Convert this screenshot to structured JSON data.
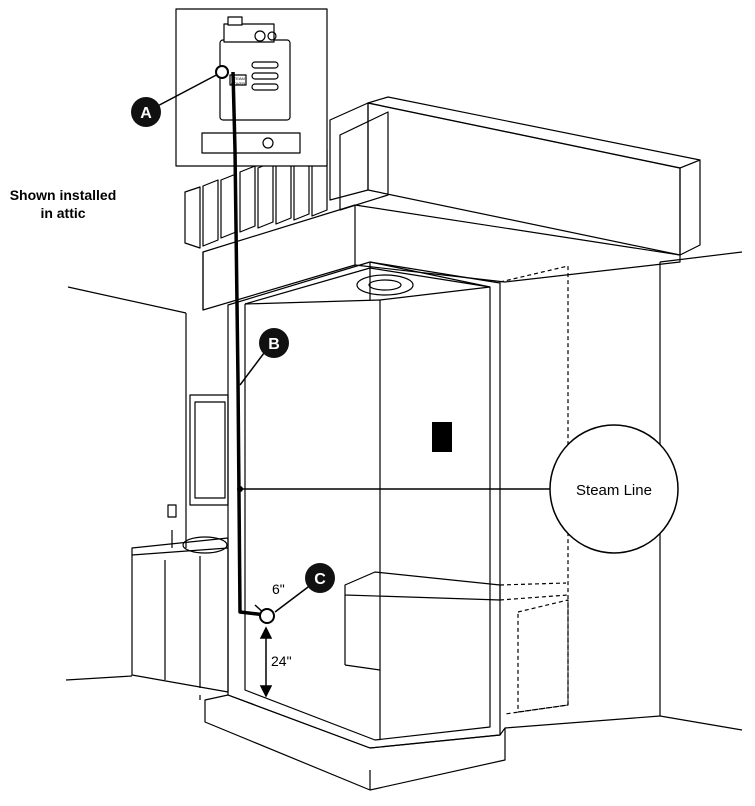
{
  "note": {
    "line1": "Shown installed",
    "line2": "in attic"
  },
  "markers": {
    "a": "A",
    "b": "B",
    "c": "C"
  },
  "callout": {
    "label": "Steam Line"
  },
  "dimensions": {
    "offset": "6\"",
    "height": "24\""
  },
  "generator": {
    "label_line1": "STEAM",
    "label_line2": "COVER"
  },
  "colors": {
    "line": "#000000",
    "background": "#ffffff"
  }
}
